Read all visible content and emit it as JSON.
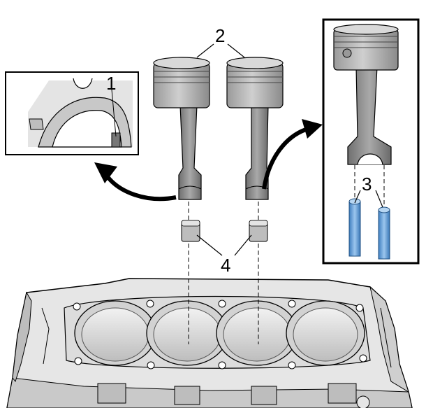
{
  "callouts": {
    "c1": "1",
    "c2": "2",
    "c3": "3",
    "c4": "4"
  },
  "colors": {
    "metal_light": "#e4e4e4",
    "metal_mid": "#bdbdbd",
    "metal_dark": "#8c8c8c",
    "metal_shadow": "#5e5e5e",
    "guide_blue": "#6fa8dc",
    "outline": "#000000"
  }
}
